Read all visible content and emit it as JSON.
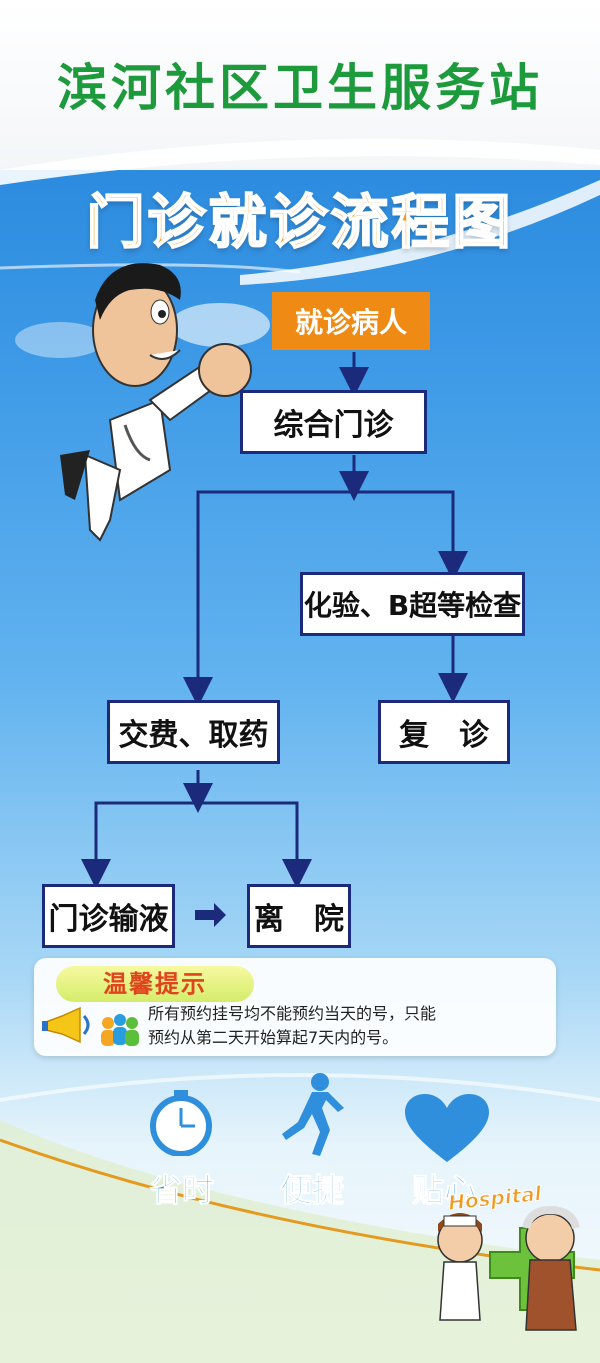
{
  "header": {
    "site_title": "滨河社区卫生服务站"
  },
  "chart_title": "门诊就诊流程图",
  "flow": {
    "patient": "就诊病人",
    "outpatient": "综合门诊",
    "exam": "化验、B超等检查",
    "payment": "交费、取药",
    "revisit": "复　诊",
    "infusion": "门诊输液",
    "discharge": "离　院"
  },
  "tips": {
    "badge": "温馨提示",
    "line1": "所有预约挂号均不能预约当天的号，只能",
    "line2": "预约从第二天开始算起7天内的号。"
  },
  "features": [
    {
      "label": "省时",
      "icon": "stopwatch-icon"
    },
    {
      "label": "便捷",
      "icon": "runner-icon"
    },
    {
      "label": "贴心",
      "icon": "heart-icon"
    }
  ],
  "hospital_logo": "Hospital",
  "colors": {
    "title_green": "#1c9a3c",
    "title_orange": "#f29a1f",
    "box_border": "#1b2a7a",
    "patient_box": "#ef8a15"
  }
}
